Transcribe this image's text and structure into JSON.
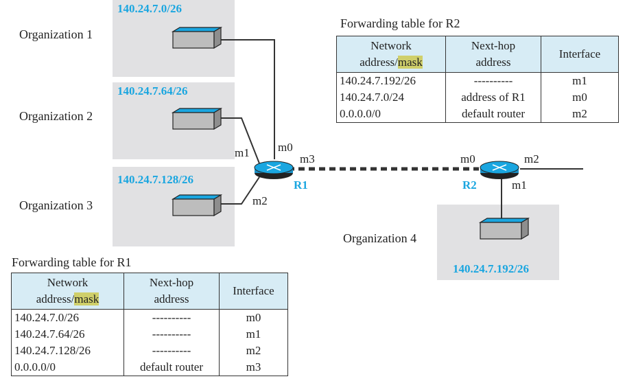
{
  "organizations": [
    {
      "label": "Organization 1",
      "network": "140.24.7.0/26"
    },
    {
      "label": "Organization 2",
      "network": "140.24.7.64/26"
    },
    {
      "label": "Organization 3",
      "network": "140.24.7.128/26"
    },
    {
      "label": "Organization 4",
      "network": "140.24.7.192/26"
    }
  ],
  "routers": {
    "r1": {
      "name": "R1",
      "interfaces": {
        "m0": "m0",
        "m1": "m1",
        "m2": "m2",
        "m3": "m3"
      }
    },
    "r2": {
      "name": "R2",
      "interfaces": {
        "m0": "m0",
        "m1": "m1",
        "m2": "m2"
      }
    }
  },
  "table_r2": {
    "caption": "Forwarding table for R2",
    "headers": {
      "network_line1": "Network",
      "network_line2": "address/",
      "mask": "mask",
      "nexthop_line1": "Next-hop",
      "nexthop_line2": "address",
      "interface": "Interface"
    },
    "rows": [
      {
        "network": "140.24.7.192/26",
        "nexthop": "----------",
        "interface": "m1"
      },
      {
        "network": "140.24.7.0/24",
        "nexthop": "address of R1",
        "interface": "m0"
      },
      {
        "network": "0.0.0.0/0",
        "nexthop": "default router",
        "interface": "m2"
      }
    ]
  },
  "table_r1": {
    "caption": "Forwarding table for R1",
    "headers": {
      "network_line1": "Network",
      "network_line2": "address/",
      "mask": "mask",
      "nexthop_line1": "Next-hop",
      "nexthop_line2": "address",
      "interface": "Interface"
    },
    "rows": [
      {
        "network": "140.24.7.0/26",
        "nexthop": "----------",
        "interface": "m0"
      },
      {
        "network": "140.24.7.64/26",
        "nexthop": "----------",
        "interface": "m1"
      },
      {
        "network": "140.24.7.128/26",
        "nexthop": "----------",
        "interface": "m2"
      },
      {
        "network": "0.0.0.0/0",
        "nexthop": "default router",
        "interface": "m3"
      }
    ]
  },
  "colors": {
    "network_label": "#1aa6e0",
    "org_box": "#e1e1e3",
    "table_header": "#d7ecf5",
    "mask_highlight": "#cfcf6a",
    "router_body": "#1aa6e0"
  }
}
